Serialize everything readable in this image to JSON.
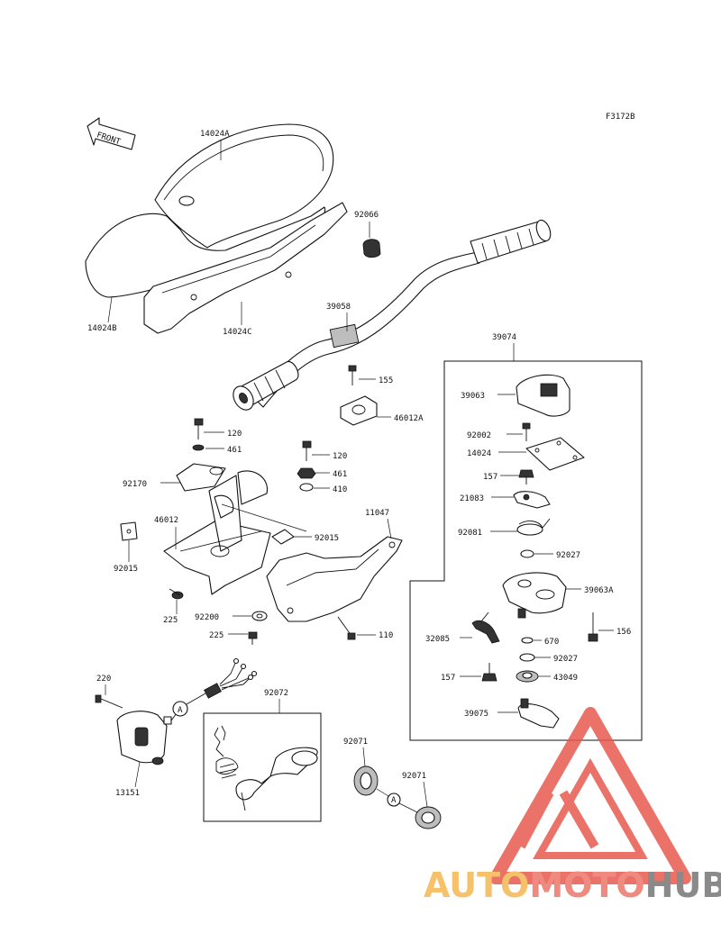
{
  "figure_code": "F3172B",
  "front_label": "FRONT",
  "callout": "A",
  "part_labels": {
    "p14024A": "14024A",
    "p14024B": "14024B",
    "p14024C": "14024C",
    "p92066": "92066",
    "p39058": "39058",
    "p39074": "39074",
    "p155": "155",
    "p46012A": "46012A",
    "p120a": "120",
    "p461a": "461",
    "p120b": "120",
    "p461b": "461",
    "p410": "410",
    "p92170": "92170",
    "p46012": "46012",
    "p92015a": "92015",
    "p92015b": "92015",
    "p11047": "11047",
    "p225a": "225",
    "p92200": "92200",
    "p225b": "225",
    "p110": "110",
    "p39063": "39063",
    "p92002": "92002",
    "p14024": "14024",
    "p157a": "157",
    "p21083": "21083",
    "p92081": "92081",
    "p92027a": "92027",
    "p39063A": "39063A",
    "p32085": "32085",
    "p670": "670",
    "p156": "156",
    "p92027b": "92027",
    "p157b": "157",
    "p43049": "43049",
    "p39075": "39075",
    "p220": "220",
    "p92072": "92072",
    "p92071a": "92071",
    "p92071b": "92071",
    "p13151": "13151"
  },
  "watermark": {
    "part1": "AUTO",
    "part2": "MOTO",
    "part3": "HUB",
    "color_auto": "#f5c26b",
    "color_moto": "#ee8a80",
    "color_hub": "#8a8a8a",
    "logo_color": "#e85a4f"
  }
}
